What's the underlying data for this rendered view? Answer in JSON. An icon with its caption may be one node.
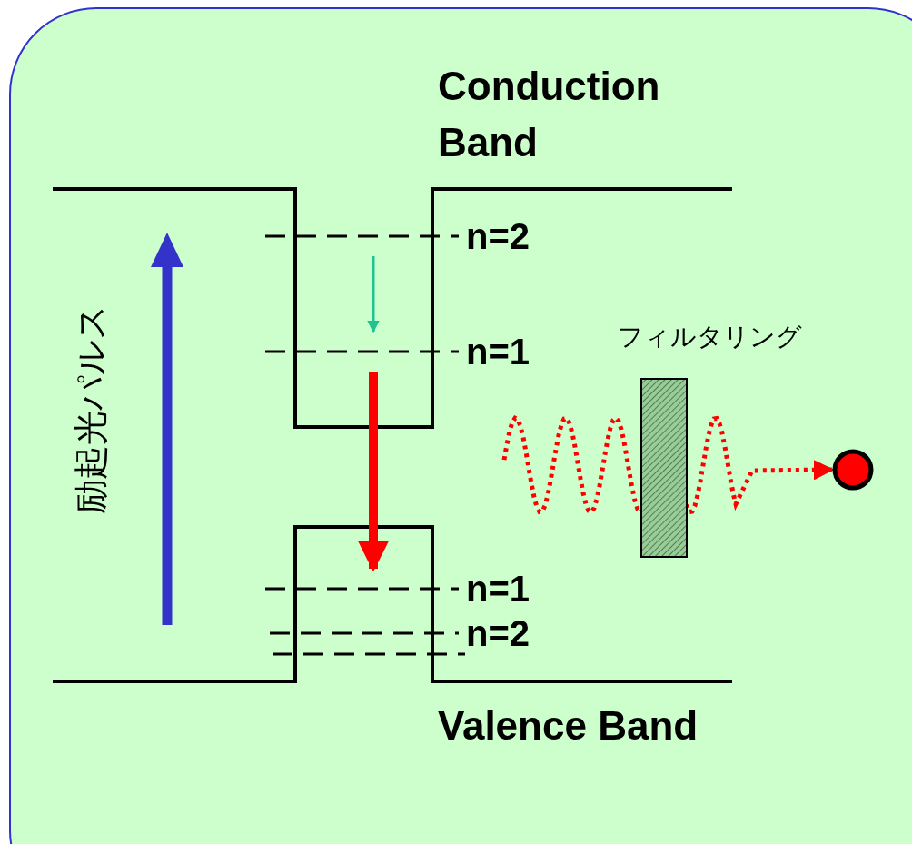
{
  "diagram": {
    "nodes": [
      {
        "text": [
          "n=2"
        ]
      },
      {
        "text": [
          "n=1"
        ]
      },
      {
        "text": [
          "n=1"
        ]
      },
      {
        "text": [
          "n=2"
        ]
      },
      {
        "text": [
          "フィルタリング"
        ]
      },
      {
        "text": [],
        "shape": "circle"
      }
    ],
    "edges": [
      {
        "from": 0,
        "to": 1,
        "arrow": "to",
        "color": "#1fc38f"
      },
      {
        "from": 1,
        "to": 2,
        "arrow": "to",
        "style": "thick",
        "color": "#ff0000"
      },
      {
        "from": null,
        "to": 5,
        "arrow": "to",
        "style": "dashed",
        "color": "#ff0000"
      }
    ],
    "labels": [
      "Conduction Band",
      "励起光パルス",
      "Valence Band"
    ]
  }
}
